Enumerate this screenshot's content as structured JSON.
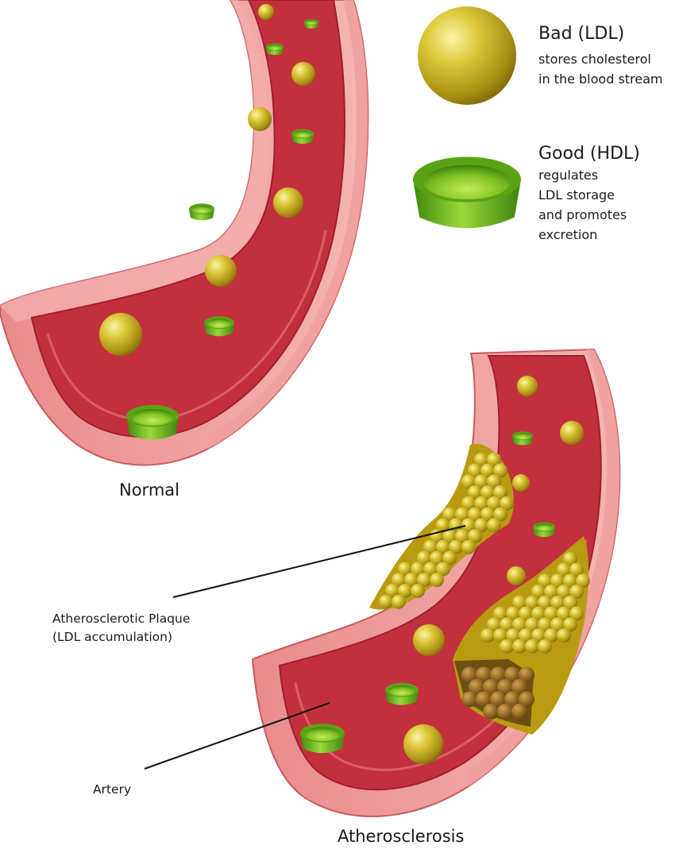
{
  "legend": {
    "bad": {
      "title": "Bad (LDL)",
      "desc_line1": "stores cholesterol",
      "desc_line2": "in the blood stream",
      "color": "#c8b21c"
    },
    "good": {
      "title": "Good (HDL)",
      "desc_line1": "regulates",
      "desc_line2": "LDL storage",
      "desc_line3": "and promotes",
      "desc_line4": "excretion",
      "color": "#6fb81a"
    }
  },
  "captions": {
    "normal": "Normal",
    "atherosclerosis": "Atherosclerosis"
  },
  "callouts": {
    "plaque_line1": "Atherosclerotic Plaque",
    "plaque_line2": "(LDL accumulation)",
    "artery": "Artery"
  },
  "colors": {
    "artery_wall": "#e2787c",
    "lumen": "#c8303c",
    "plaque_core": "#8a6a22"
  }
}
